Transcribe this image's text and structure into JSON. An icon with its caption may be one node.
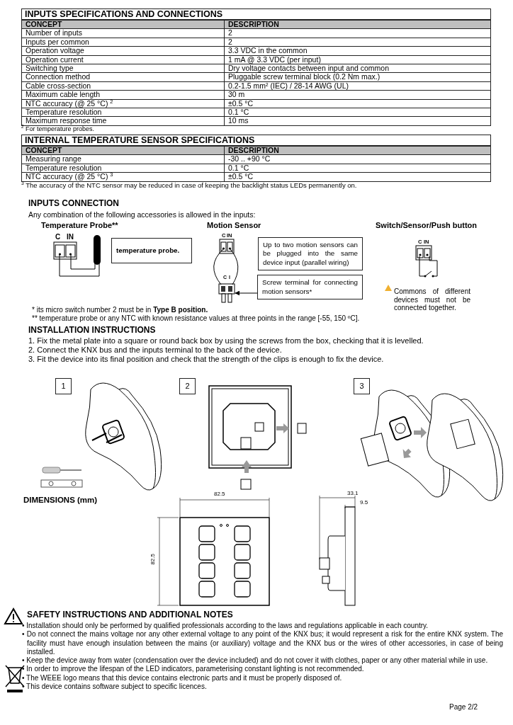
{
  "diagram": {
    "nodes": [
      {
        "text": [
          "temperature probe."
        ]
      },
      {
        "text": [
          "Up to two motion sensors can be plugged into the same device input (parallel wiring)"
        ]
      },
      {
        "text": [
          "Screw terminal for connecting motion sensors*"
        ]
      },
      {
        "text": [],
        "shape": "picture"
      },
      {
        "text": [
          "1"
        ]
      },
      {
        "text": [
          "2"
        ]
      },
      {
        "text": [
          "3"
        ]
      }
    ],
    "edges": [
      {
        "from": 2,
        "to": 3,
        "arrow": "to"
      }
    ],
    "labels": [
      "INPUTS SPECIFICATIONS AND CONNECTIONS",
      "CONCEPT",
      "DESCRIPTION",
      "Number of inputs",
      "2",
      "Inputs per common",
      "2",
      "Operation voltage",
      "3.3 VDC in the common",
      "Operation current",
      "1 mA @ 3.3 VDC (per input)",
      "Switching type",
      "Dry voltage contacts between input and common",
      "Connection method",
      "Pluggable screw terminal block (0.2 Nm max.)",
      "Cable cross-section",
      "0.2-1.5 mm² (IEC) / 28-14 AWG (UL)",
      "Maximum cable length",
      "30 m",
      "NTC accuracy (@ 25 °C) $^{2}$",
      "±0.5 °C",
      "Temperature resolution",
      "0.1 °C",
      "Maximum response time",
      "10 ms",
      "$^{2}$ For temperature probes.",
      "INTERNAL TEMPERATURE SENSOR SPECIFICATIONS",
      "CONCEPT",
      "DESCRIPTION",
      "Measuring range",
      "-30 .. +90 °C",
      "Temperature resolution",
      "0.1 °C",
      "NTC accuracy (@ 25 °C) $^{3}$",
      "±0.5 °C",
      "$^{3}$ The accuracy of the NTC sensor may be reduced in case of keeping the backlight status LEDs permanently on.",
      "INPUTS CONNECTION",
      "Any combination of the following accessories is allowed in the inputs:",
      "Temperature Probe**",
      "C",
      "IN",
      "Motion Sensor",
      "C",
      "IN",
      "C",
      "I",
      "Switch/Sensor/Push button",
      "C",
      "IN",
      "Commons of different devices must not be connected together.",
      "* its micro switch number 2 must be in **Type B position.**",
      "** temperature probe or any NTC with known resistance values at three points in the range [-55, 150 ºC].",
      "INSTALLATION INSTRUCTIONS",
      "1. Fix the metal plate into a square or round back box by using the screws from the box, checking that it is levelled.",
      "2. Connect the KNX bus and the inputs terminal to the back of the device.",
      "3. Fit the device into its final position and check that the strength of the clips is enough to fix the device.",
      "DIMENSIONS (mm)",
      "82.5",
      "82.5",
      "33.1",
      "9.5",
      "SAFETY INSTRUCTIONS AND ADDITIONAL NOTES",
      "• Installation should only be performed by qualified professionals according to the laws and regulations applicable in each country.",
      "• Do not connect the mains voltage nor any other external voltage to any point of the KNX bus; it would represent a risk for the entire KNX system. The facility must have enough insulation between the mains (or auxiliary) voltage and the KNX bus or the wires of other accessories, in case of being installed.",
      "• Keep the device away from water (condensation over the device included) and do not cover it with clothes, paper or any other material while in use.",
      "• In order to improve the lifespan of the LED indicators, parameterising constant lighting is not recommended.",
      "• The WEEE logo means that this device contains electronic parts and it must be properly disposed of.",
      "• This device contains software subject to specific licences.",
      "Page 2/2"
    ]
  }
}
